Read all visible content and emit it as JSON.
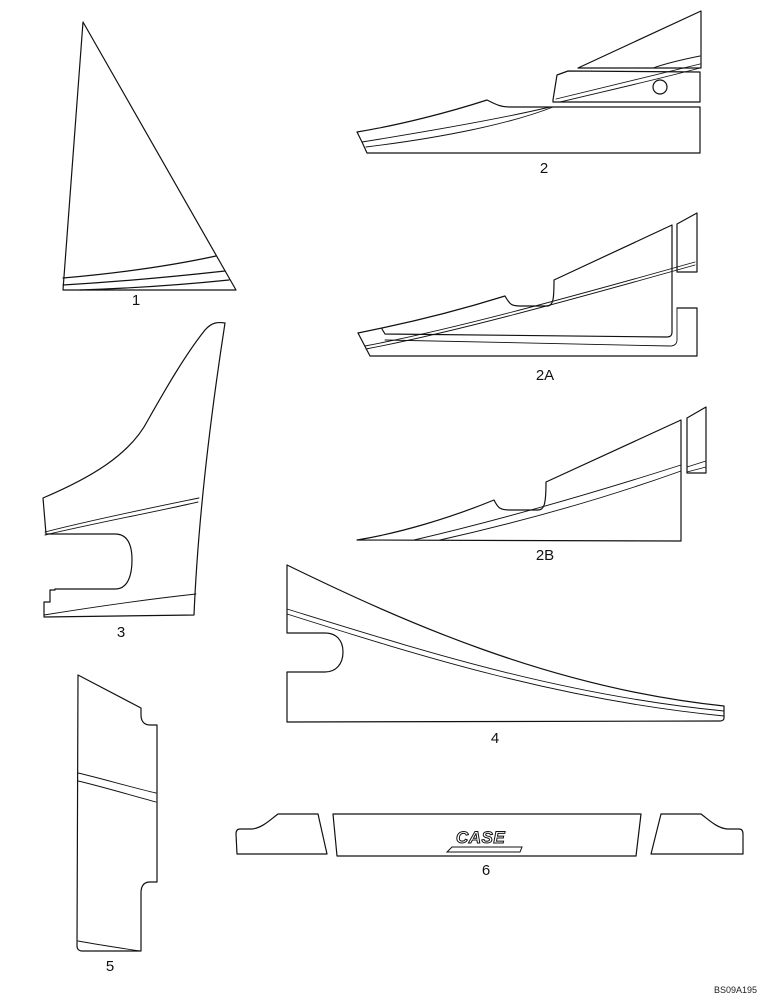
{
  "diagram": {
    "type": "exploded parts illustration (decals)",
    "parts": [
      {
        "id": "1",
        "label": "1",
        "shape": "triangular decal with three curved stripes at base"
      },
      {
        "id": "2",
        "label": "2",
        "shape": "three-piece tapered decal set with circular hole"
      },
      {
        "id": "2A",
        "label": "2A",
        "shape": "two-piece tapered decal with notch and stripe"
      },
      {
        "id": "2B",
        "label": "2B",
        "shape": "two-piece tapered decal with notch and stripe"
      },
      {
        "id": "3",
        "label": "3",
        "shape": "curved fin decal with U-shaped cutout"
      },
      {
        "id": "4",
        "label": "4",
        "shape": "long tapered decal with U-shaped cutout and stripe"
      },
      {
        "id": "5",
        "label": "5",
        "shape": "tall rectangular decal with notches and stripe"
      },
      {
        "id": "6",
        "label": "6",
        "shape": "three-piece panel decal with logo",
        "logo_text": "CASE"
      }
    ],
    "reference_code": "BS09A195"
  }
}
